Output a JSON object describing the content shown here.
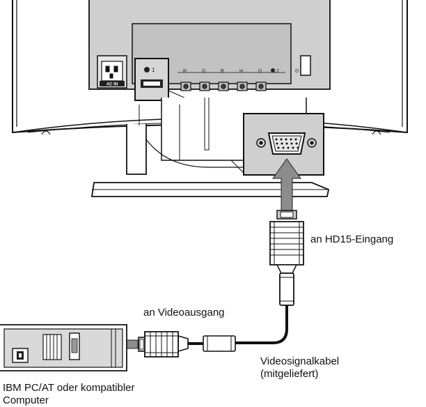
{
  "labels": {
    "hd15_input": "an HD15-Eingang",
    "video_output": "an Videoausgang",
    "cable": [
      "Videosignalkabel",
      "(mitgeliefert)"
    ],
    "computer": [
      "IBM PC/AT oder kompatibler",
      "Computer"
    ]
  },
  "monitor_panel": {
    "power_label": "AC IN",
    "input_1": "1",
    "input_2": "2",
    "connectors": [
      "R",
      "G",
      "B",
      "H",
      "D"
    ],
    "side_letter": "D"
  }
}
